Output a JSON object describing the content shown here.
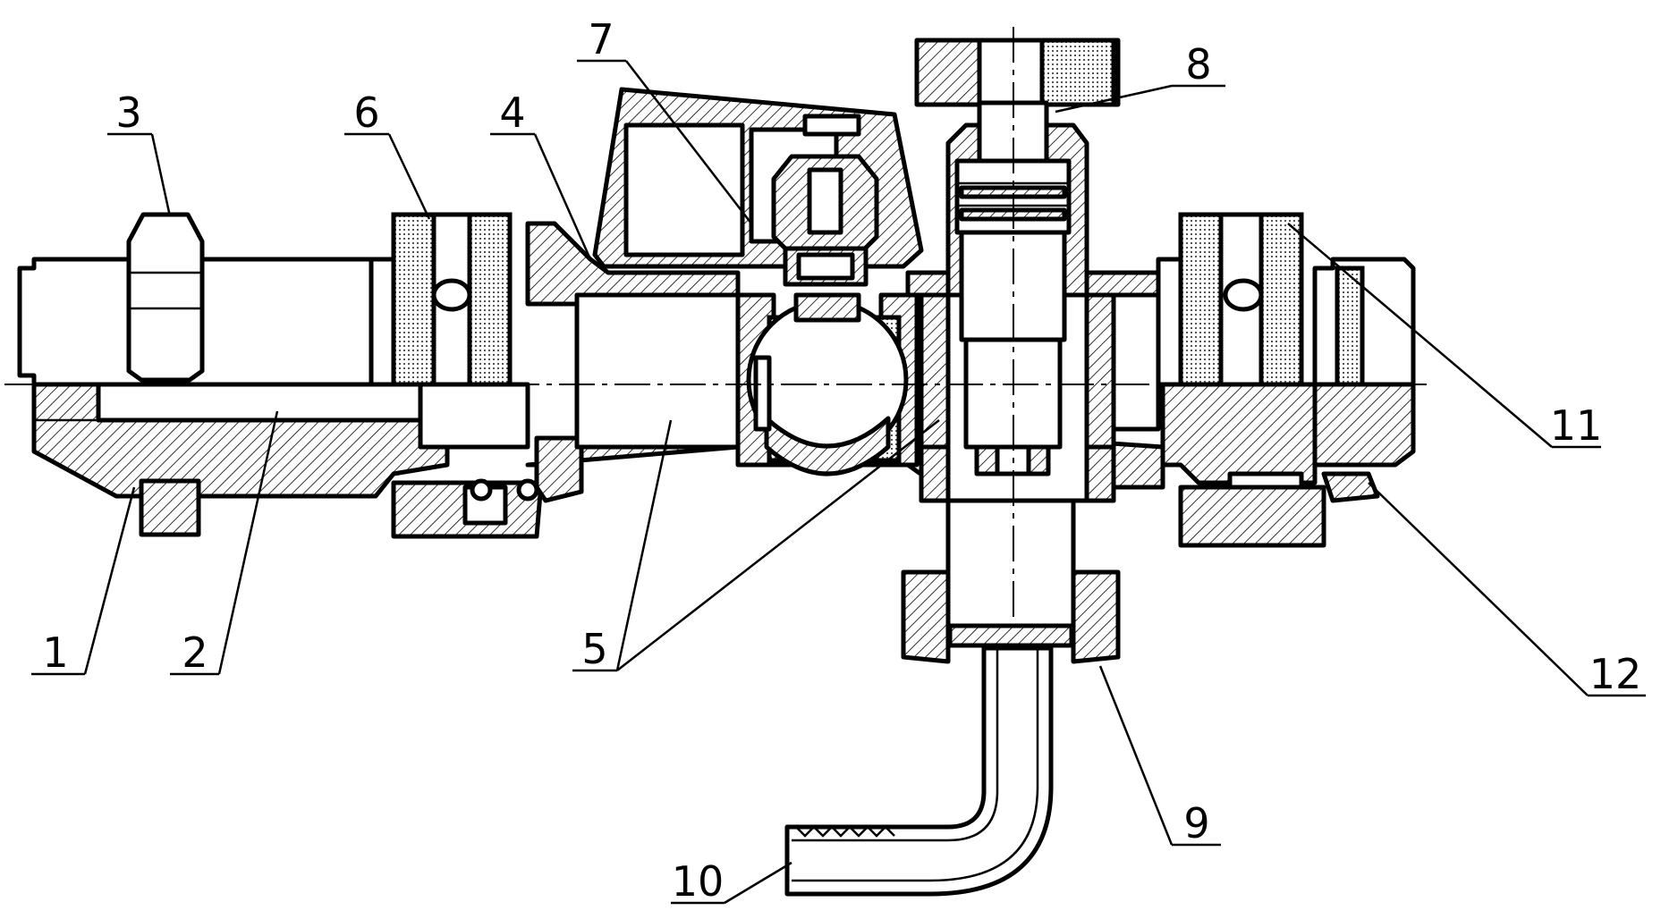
{
  "drawing": {
    "callouts": [
      {
        "id": "c1",
        "label": "1"
      },
      {
        "id": "c2",
        "label": "2"
      },
      {
        "id": "c3",
        "label": "3"
      },
      {
        "id": "c4",
        "label": "4"
      },
      {
        "id": "c5",
        "label": "5"
      },
      {
        "id": "c6",
        "label": "6"
      },
      {
        "id": "c7",
        "label": "7"
      },
      {
        "id": "c8",
        "label": "8"
      },
      {
        "id": "c9",
        "label": "9"
      },
      {
        "id": "c10",
        "label": "10"
      },
      {
        "id": "c11",
        "label": "11"
      },
      {
        "id": "c12",
        "label": "12"
      }
    ]
  }
}
